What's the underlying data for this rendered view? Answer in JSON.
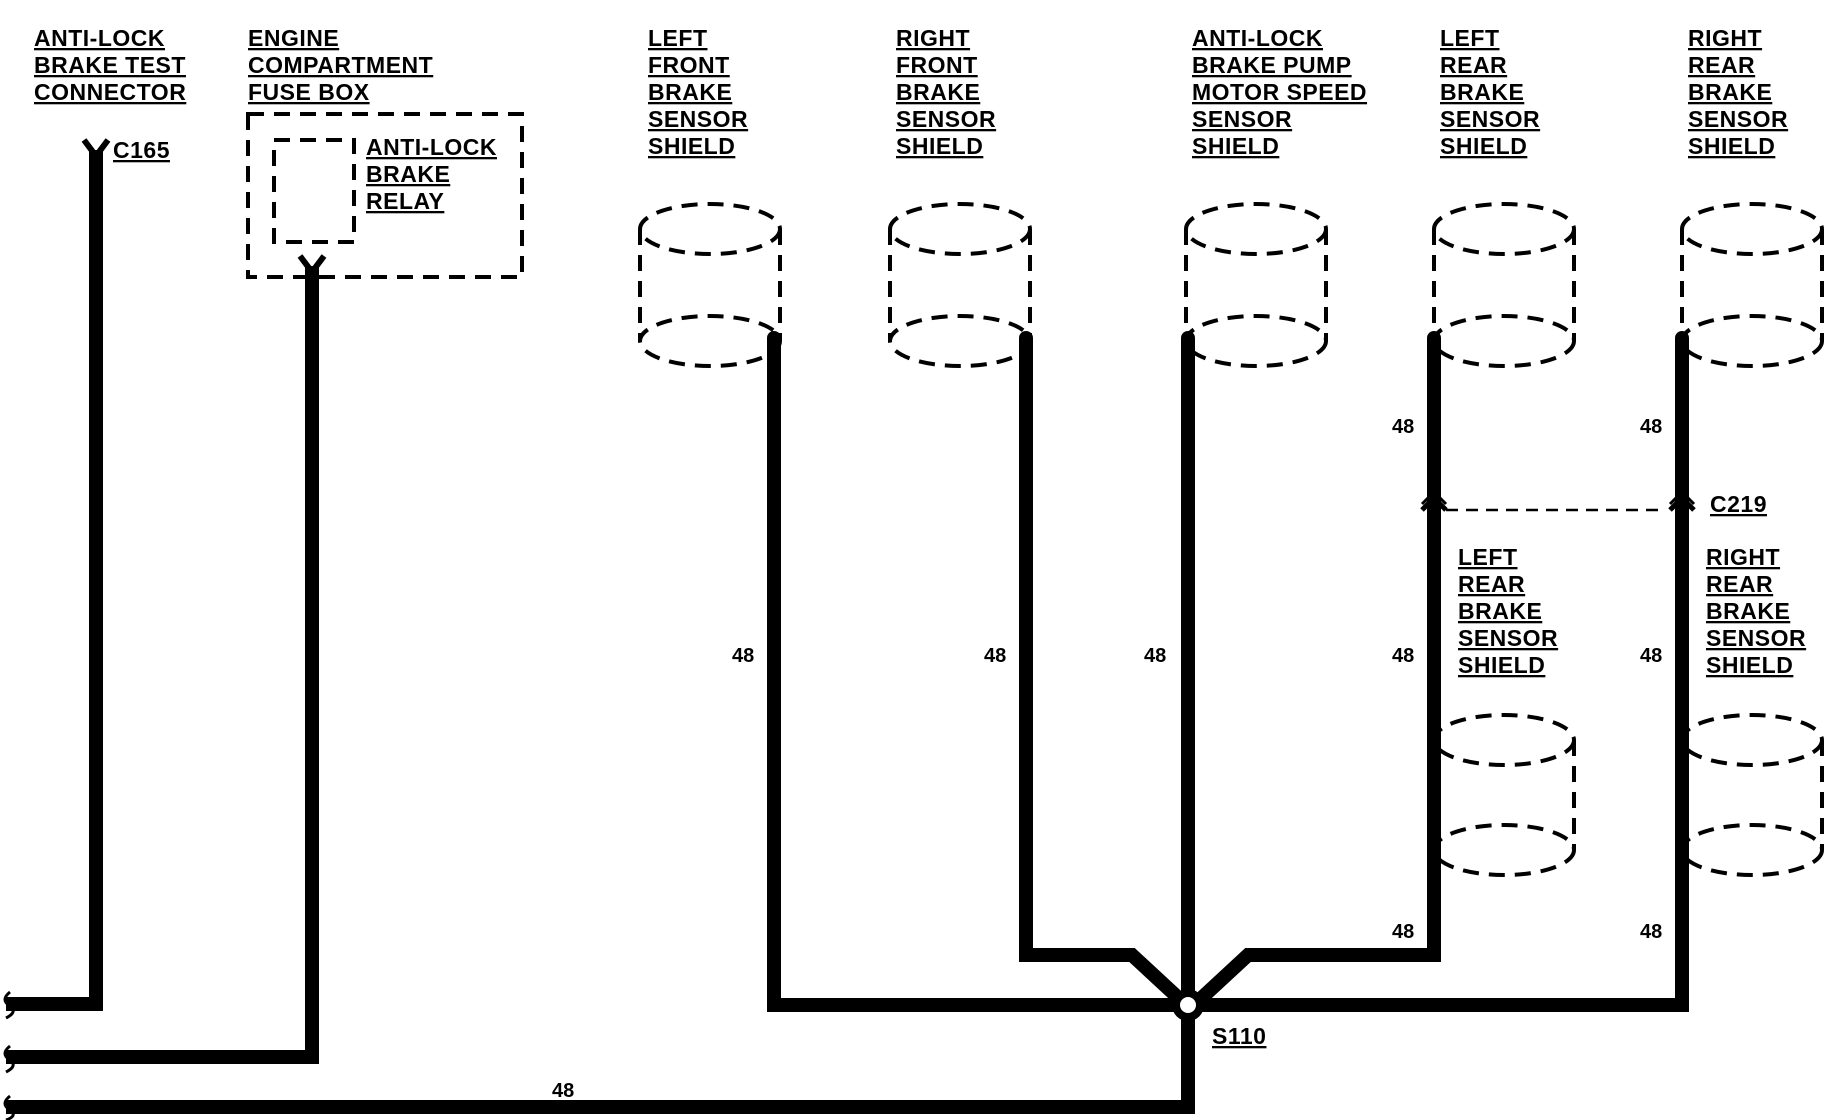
{
  "components": {
    "abs_test_connector": {
      "lines": [
        "ANTI-LOCK",
        "BRAKE TEST",
        "CONNECTOR"
      ],
      "connector": "C165"
    },
    "fuse_box": {
      "lines": [
        "ENGINE",
        "COMPARTMENT",
        "FUSE BOX"
      ]
    },
    "relay": {
      "lines": [
        "ANTI-LOCK",
        "BRAKE",
        "RELAY"
      ]
    },
    "left_front_shield": {
      "lines": [
        "LEFT",
        "FRONT",
        "BRAKE",
        "SENSOR",
        "SHIELD"
      ]
    },
    "right_front_shield": {
      "lines": [
        "RIGHT",
        "FRONT",
        "BRAKE",
        "SENSOR",
        "SHIELD"
      ]
    },
    "pump_motor_shield": {
      "lines": [
        "ANTI-LOCK",
        "BRAKE PUMP",
        "MOTOR SPEED",
        "SENSOR",
        "SHIELD"
      ]
    },
    "left_rear_shield_upper": {
      "lines": [
        "LEFT",
        "REAR",
        "BRAKE",
        "SENSOR",
        "SHIELD"
      ]
    },
    "right_rear_shield_upper": {
      "lines": [
        "RIGHT",
        "REAR",
        "BRAKE",
        "SENSOR",
        "SHIELD"
      ]
    },
    "left_rear_shield_lower": {
      "lines": [
        "LEFT",
        "REAR",
        "BRAKE",
        "SENSOR",
        "SHIELD"
      ]
    },
    "right_rear_shield_lower": {
      "lines": [
        "RIGHT",
        "REAR",
        "BRAKE",
        "SENSOR",
        "SHIELD"
      ]
    },
    "rear_connector": "C219",
    "splice": "S110"
  },
  "wire_labels": {
    "left_front": "48",
    "right_front": "48",
    "pump_motor": "48",
    "left_rear_top": "48",
    "left_rear_mid": "48",
    "left_rear_low": "48",
    "right_rear_top": "48",
    "right_rear_mid": "48",
    "right_rear_low": "48",
    "ground_bottom": "48"
  }
}
